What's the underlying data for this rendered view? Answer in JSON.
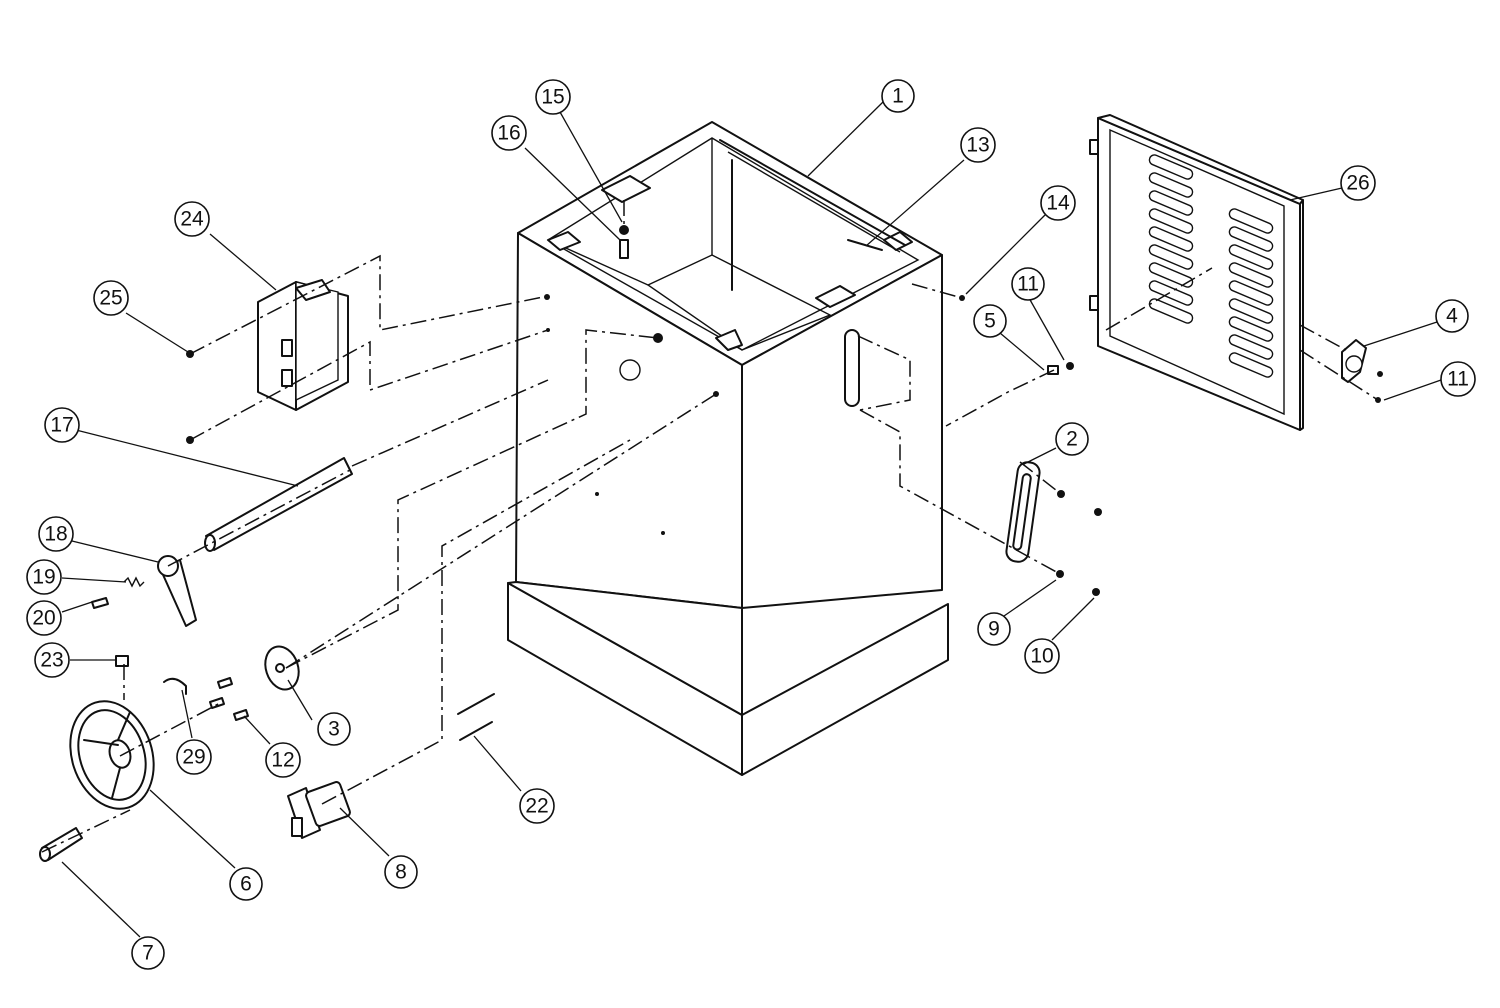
{
  "callouts": [
    {
      "id": "c1",
      "label": "1"
    },
    {
      "id": "c2",
      "label": "2"
    },
    {
      "id": "c3",
      "label": "3"
    },
    {
      "id": "c4",
      "label": "4"
    },
    {
      "id": "c5",
      "label": "5"
    },
    {
      "id": "c6",
      "label": "6"
    },
    {
      "id": "c7",
      "label": "7"
    },
    {
      "id": "c8",
      "label": "8"
    },
    {
      "id": "c9",
      "label": "9"
    },
    {
      "id": "c10",
      "label": "10"
    },
    {
      "id": "c11a",
      "label": "11"
    },
    {
      "id": "c11b",
      "label": "11"
    },
    {
      "id": "c12",
      "label": "12"
    },
    {
      "id": "c13",
      "label": "13"
    },
    {
      "id": "c14",
      "label": "14"
    },
    {
      "id": "c15",
      "label": "15"
    },
    {
      "id": "c16",
      "label": "16"
    },
    {
      "id": "c17",
      "label": "17"
    },
    {
      "id": "c18",
      "label": "18"
    },
    {
      "id": "c19",
      "label": "19"
    },
    {
      "id": "c20",
      "label": "20"
    },
    {
      "id": "c22",
      "label": "22"
    },
    {
      "id": "c23",
      "label": "23"
    },
    {
      "id": "c24",
      "label": "24"
    },
    {
      "id": "c25",
      "label": "25"
    },
    {
      "id": "c26",
      "label": "26"
    },
    {
      "id": "c29",
      "label": "29"
    }
  ]
}
